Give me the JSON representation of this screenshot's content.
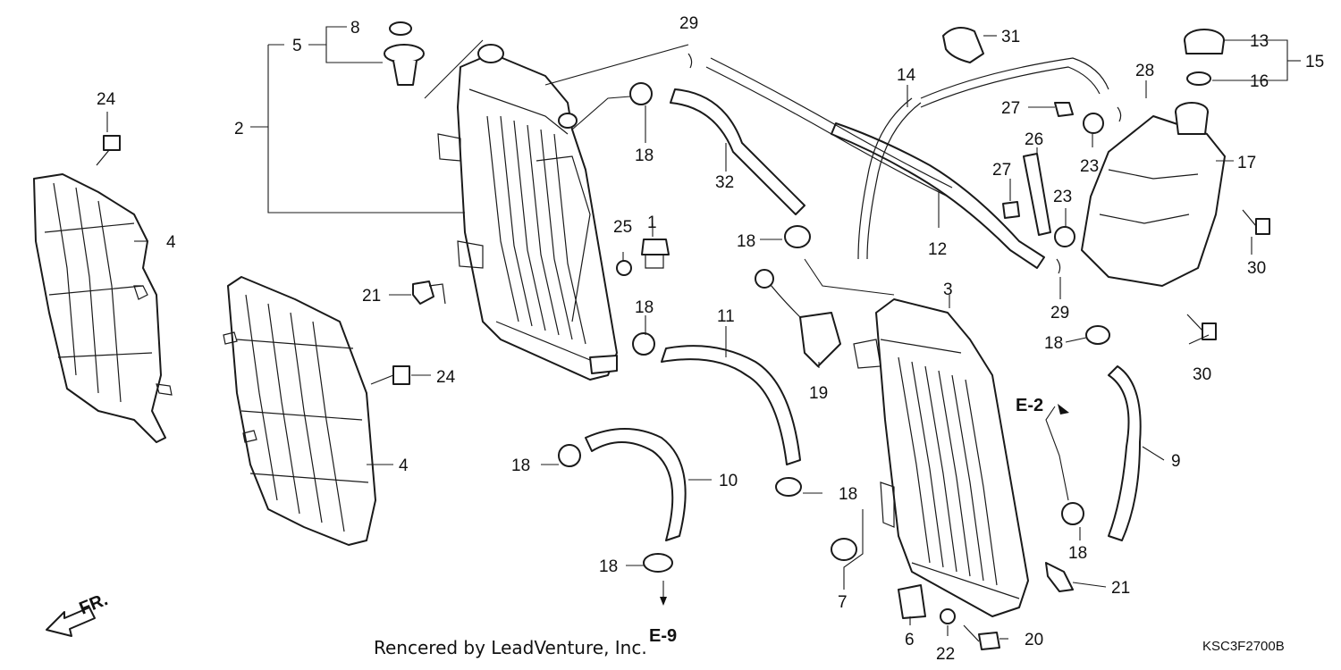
{
  "diagram": {
    "callouts": {
      "c1": "1",
      "c2": "2",
      "c3": "3",
      "c4a": "4",
      "c4b": "4",
      "c5": "5",
      "c6": "6",
      "c7": "7",
      "c8": "8",
      "c9": "9",
      "c10": "10",
      "c11": "11",
      "c12": "12",
      "c13": "13",
      "c14": "14",
      "c15": "15",
      "c16": "16",
      "c17": "17",
      "c18a": "18",
      "c18b": "18",
      "c18c": "18",
      "c18d": "18",
      "c18e": "18",
      "c18f": "18",
      "c18g": "18",
      "c18h": "18",
      "c19": "19",
      "c20": "20",
      "c21a": "21",
      "c21b": "21",
      "c22": "22",
      "c23a": "23",
      "c23b": "23",
      "c24a": "24",
      "c24b": "24",
      "c25": "25",
      "c26": "26",
      "c27a": "27",
      "c27b": "27",
      "c28": "28",
      "c29a": "29",
      "c29b": "29",
      "c30a": "30",
      "c30b": "30",
      "c31": "31",
      "c32": "32"
    },
    "references": {
      "e2": "E-2",
      "e9": "E-9"
    },
    "front_indicator": "FR.",
    "footer_credit": "Rencered by LeadVenture, Inc.",
    "diagram_code": "KSC3F2700B"
  }
}
